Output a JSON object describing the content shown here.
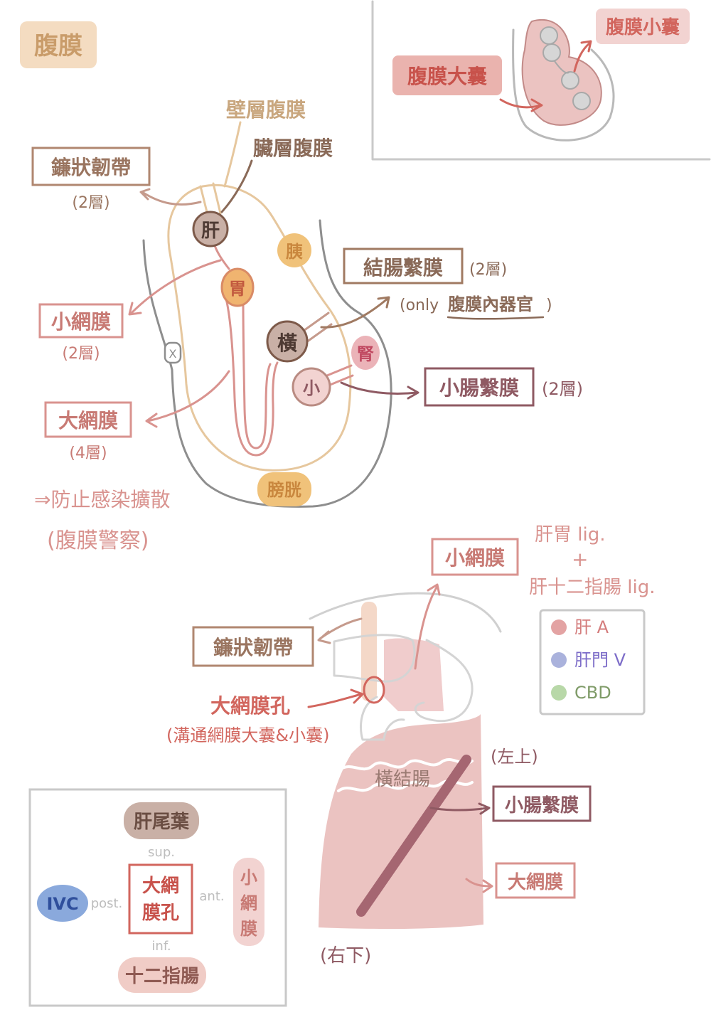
{
  "title": "腹膜",
  "colors": {
    "paper": "#ffffff",
    "brown": "#a07a62",
    "dark_brown": "#7d5a4a",
    "tan": "#e6c79e",
    "tan_fill": "#f4dcc1",
    "pink": "#d9938f",
    "pink_fill": "#ebc3c1",
    "light_pink": "#f2d3d1",
    "red": "#d2665e",
    "orange": "#f0b470",
    "gray": "#8e8e8e",
    "light_gray": "#c9c9c9",
    "blue": "#8aa9dc",
    "green": "#a8cc98",
    "purple": "#7c6cc8",
    "olive": "#7f9b68",
    "mauve": "#8f5a63"
  },
  "inset_sacs": {
    "greater_sac": "腹膜大囊",
    "lesser_sac": "腹膜小囊"
  },
  "sagittal": {
    "parietal": "壁層腹膜",
    "visceral": "臟層腹膜",
    "falciform": "鐮狀韌帶",
    "falciform_layers": "(2層)",
    "lesser_omentum": "小網膜",
    "lesser_omentum_layers": "(2層)",
    "greater_omentum": "大網膜",
    "greater_omentum_layers": "(4層)",
    "greater_omentum_note1": "⇒防止感染擴散",
    "greater_omentum_note2": "(腹膜警察)",
    "mesocolon": "結腸繫膜",
    "mesocolon_layers": "(2層)",
    "mesocolon_note_prefix": "(only",
    "mesocolon_note_main": "腹膜內器官",
    "mesocolon_note_suffix": ")",
    "mesentery": "小腸繫膜",
    "mesentery_layers": "(2層)",
    "organ_liver": "肝",
    "organ_stomach": "胃",
    "organ_transverse": "橫",
    "organ_small": "小",
    "organ_pancreas": "胰",
    "organ_kidney": "腎",
    "organ_bladder": "膀胱",
    "x_mark": "X"
  },
  "anterior": {
    "lesser_omentum": "小網膜",
    "lig1": "肝胃 lig.",
    "plus": "+",
    "lig2": "肝十二指腸 lig.",
    "falciform": "鐮狀韌帶",
    "foramen": "大網膜孔",
    "foramen_note": "(溝通網膜大囊&小囊)",
    "transverse_colon": "橫結腸",
    "upper_left": "(左上)",
    "mesentery": "小腸繫膜",
    "greater_omentum": "大網膜",
    "lower_right": "(右下)"
  },
  "legend": [
    {
      "label": "肝 A",
      "color": "#e3a3a3",
      "text_color": "#d47c7c"
    },
    {
      "label": "肝門 V",
      "color": "#aab2dc",
      "text_color": "#7c6cc8"
    },
    {
      "label": "CBD",
      "color": "#b8d8a8",
      "text_color": "#7f9b68"
    }
  ],
  "foramen_box": {
    "sup_organ": "肝尾葉",
    "sup": "sup.",
    "center_line1": "大網",
    "center_line2": "膜孔",
    "post_organ": "IVC",
    "post": "post.",
    "ant": "ant.",
    "ant_organ_1": "小",
    "ant_organ_2": "網",
    "ant_organ_3": "膜",
    "inf": "inf.",
    "inf_organ": "十二指腸"
  }
}
